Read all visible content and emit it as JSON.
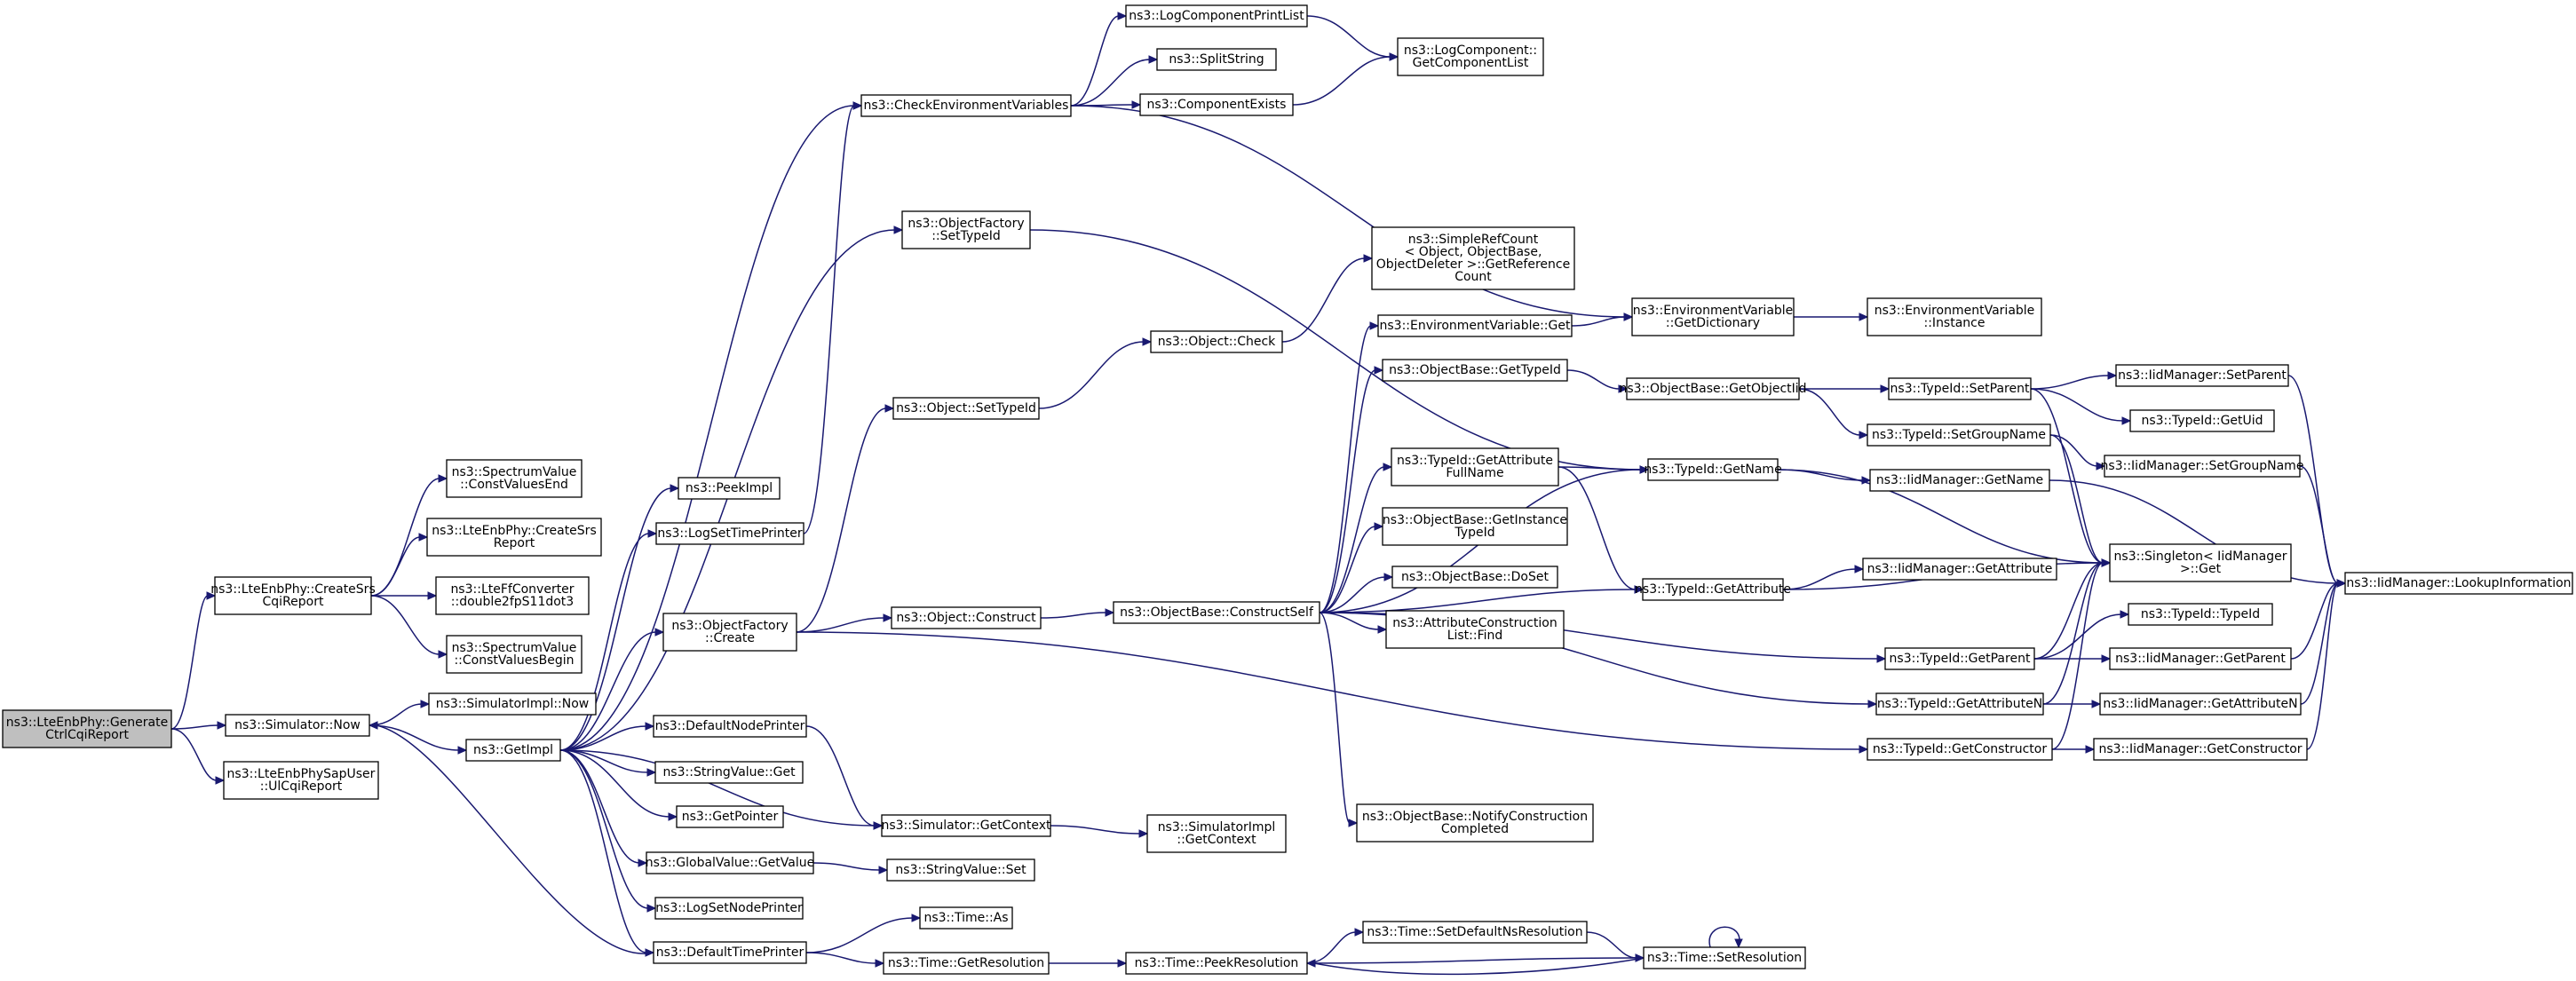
{
  "graph": {
    "type": "call-graph",
    "root": "n0",
    "nodes": [
      {
        "id": "n0",
        "lines": [
          "ns3::LteEnbPhy::Generate",
          "CtrlCqiReport"
        ],
        "root": true
      },
      {
        "id": "n1",
        "lines": [
          "ns3::LteEnbPhy::CreateSrs",
          "CqiReport"
        ]
      },
      {
        "id": "n2",
        "lines": [
          "ns3::Simulator::Now"
        ]
      },
      {
        "id": "n3",
        "lines": [
          "ns3::LteEnbPhySapUser",
          "::UlCqiReport"
        ]
      },
      {
        "id": "n4",
        "lines": [
          "ns3::SpectrumValue",
          "::ConstValuesEnd"
        ]
      },
      {
        "id": "n5",
        "lines": [
          "ns3::LteEnbPhy::CreateSrs",
          "Report"
        ]
      },
      {
        "id": "n6",
        "lines": [
          "ns3::LteFfConverter",
          "::double2fpS11dot3"
        ]
      },
      {
        "id": "n7",
        "lines": [
          "ns3::SpectrumValue",
          "::ConstValuesBegin"
        ]
      },
      {
        "id": "n8",
        "lines": [
          "ns3::SimulatorImpl::Now"
        ]
      },
      {
        "id": "n9",
        "lines": [
          "ns3::GetImpl"
        ]
      },
      {
        "id": "n10",
        "lines": [
          "ns3::PeekImpl"
        ]
      },
      {
        "id": "n11",
        "lines": [
          "ns3::LogSetTimePrinter"
        ]
      },
      {
        "id": "n12",
        "lines": [
          "ns3::ObjectFactory",
          "::Create"
        ]
      },
      {
        "id": "n13",
        "lines": [
          "ns3::DefaultNodePrinter"
        ]
      },
      {
        "id": "n14",
        "lines": [
          "ns3::StringValue::Get"
        ]
      },
      {
        "id": "n15",
        "lines": [
          "ns3::GetPointer"
        ]
      },
      {
        "id": "n16",
        "lines": [
          "ns3::GlobalValue::GetValue"
        ]
      },
      {
        "id": "n17",
        "lines": [
          "ns3::LogSetNodePrinter"
        ]
      },
      {
        "id": "n18",
        "lines": [
          "ns3::DefaultTimePrinter"
        ]
      },
      {
        "id": "n19",
        "lines": [
          "ns3::CheckEnvironmentVariables"
        ]
      },
      {
        "id": "n20",
        "lines": [
          "ns3::ObjectFactory",
          "::SetTypeId"
        ]
      },
      {
        "id": "n21",
        "lines": [
          "ns3::Object::SetTypeId"
        ]
      },
      {
        "id": "n22",
        "lines": [
          "ns3::Object::Construct"
        ]
      },
      {
        "id": "n23",
        "lines": [
          "ns3::Simulator::GetContext"
        ]
      },
      {
        "id": "n24",
        "lines": [
          "ns3::StringValue::Set"
        ]
      },
      {
        "id": "n25",
        "lines": [
          "ns3::Time::As"
        ]
      },
      {
        "id": "n26",
        "lines": [
          "ns3::Time::GetResolution"
        ]
      },
      {
        "id": "n27",
        "lines": [
          "ns3::LogComponentPrintList"
        ]
      },
      {
        "id": "n28",
        "lines": [
          "ns3::SplitString"
        ]
      },
      {
        "id": "n29",
        "lines": [
          "ns3::ComponentExists"
        ]
      },
      {
        "id": "n30",
        "lines": [
          "ns3::Object::Check"
        ]
      },
      {
        "id": "n31",
        "lines": [
          "ns3::ObjectBase::ConstructSelf"
        ]
      },
      {
        "id": "n32",
        "lines": [
          "ns3::SimulatorImpl",
          "::GetContext"
        ]
      },
      {
        "id": "n33",
        "lines": [
          "ns3::Time::PeekResolution"
        ]
      },
      {
        "id": "n34",
        "lines": [
          "ns3::LogComponent::",
          "GetComponentList"
        ]
      },
      {
        "id": "n35",
        "lines": [
          "ns3::SimpleRefCount",
          "< Object, ObjectBase,",
          "ObjectDeleter >::GetReference",
          "Count"
        ]
      },
      {
        "id": "n36",
        "lines": [
          "ns3::EnvironmentVariable::Get"
        ]
      },
      {
        "id": "n37",
        "lines": [
          "ns3::ObjectBase::GetTypeId"
        ]
      },
      {
        "id": "n38",
        "lines": [
          "ns3::TypeId::GetAttribute",
          "FullName"
        ]
      },
      {
        "id": "n39",
        "lines": [
          "ns3::ObjectBase::GetInstance",
          "TypeId"
        ]
      },
      {
        "id": "n40",
        "lines": [
          "ns3::ObjectBase::DoSet"
        ]
      },
      {
        "id": "n41",
        "lines": [
          "ns3::AttributeConstruction",
          "List::Find"
        ]
      },
      {
        "id": "n42",
        "lines": [
          "ns3::ObjectBase::NotifyConstruction",
          "Completed"
        ]
      },
      {
        "id": "n43",
        "lines": [
          "ns3::Time::SetDefaultNsResolution"
        ]
      },
      {
        "id": "n44",
        "lines": [
          "ns3::EnvironmentVariable",
          "::GetDictionary"
        ]
      },
      {
        "id": "n45",
        "lines": [
          "ns3::ObjectBase::GetObjectIid"
        ]
      },
      {
        "id": "n46",
        "lines": [
          "ns3::TypeId::GetName"
        ]
      },
      {
        "id": "n47",
        "lines": [
          "ns3::TypeId::GetAttribute"
        ]
      },
      {
        "id": "n48",
        "lines": [
          "ns3::TypeId::GetParent"
        ]
      },
      {
        "id": "n49",
        "lines": [
          "ns3::TypeId::GetAttributeN"
        ]
      },
      {
        "id": "n50",
        "lines": [
          "ns3::TypeId::GetConstructor"
        ]
      },
      {
        "id": "n51",
        "lines": [
          "ns3::Time::SetResolution"
        ]
      },
      {
        "id": "n52",
        "lines": [
          "ns3::EnvironmentVariable",
          "::Instance"
        ]
      },
      {
        "id": "n53",
        "lines": [
          "ns3::TypeId::SetParent"
        ]
      },
      {
        "id": "n54",
        "lines": [
          "ns3::TypeId::SetGroupName"
        ]
      },
      {
        "id": "n55",
        "lines": [
          "ns3::IidManager::GetName"
        ]
      },
      {
        "id": "n56",
        "lines": [
          "ns3::IidManager::GetAttribute"
        ]
      },
      {
        "id": "n57",
        "lines": [
          "ns3::Singleton< IidManager",
          " >::Get"
        ]
      },
      {
        "id": "n58",
        "lines": [
          "ns3::TypeId::TypeId"
        ]
      },
      {
        "id": "n59",
        "lines": [
          "ns3::IidManager::GetParent"
        ]
      },
      {
        "id": "n60",
        "lines": [
          "ns3::IidManager::GetAttributeN"
        ]
      },
      {
        "id": "n61",
        "lines": [
          "ns3::IidManager::GetConstructor"
        ]
      },
      {
        "id": "n62",
        "lines": [
          "ns3::IidManager::SetParent"
        ]
      },
      {
        "id": "n63",
        "lines": [
          "ns3::TypeId::GetUid"
        ]
      },
      {
        "id": "n64",
        "lines": [
          "ns3::IidManager::SetGroupName"
        ]
      },
      {
        "id": "n65",
        "lines": [
          "ns3::IidManager::LookupInformation"
        ]
      }
    ],
    "edges": [
      [
        "n0",
        "n1"
      ],
      [
        "n0",
        "n2"
      ],
      [
        "n0",
        "n3"
      ],
      [
        "n1",
        "n4"
      ],
      [
        "n1",
        "n5"
      ],
      [
        "n1",
        "n6"
      ],
      [
        "n1",
        "n7"
      ],
      [
        "n2",
        "n8"
      ],
      [
        "n2",
        "n9"
      ],
      [
        "n9",
        "n10"
      ],
      [
        "n9",
        "n11"
      ],
      [
        "n9",
        "n12"
      ],
      [
        "n9",
        "n13"
      ],
      [
        "n9",
        "n14"
      ],
      [
        "n9",
        "n15"
      ],
      [
        "n9",
        "n16"
      ],
      [
        "n9",
        "n17"
      ],
      [
        "n9",
        "n18"
      ],
      [
        "n9",
        "n19"
      ],
      [
        "n9",
        "n20"
      ],
      [
        "n9",
        "n23"
      ],
      [
        "n11",
        "n19"
      ],
      [
        "n12",
        "n21"
      ],
      [
        "n12",
        "n22"
      ],
      [
        "n12",
        "n50"
      ],
      [
        "n13",
        "n23"
      ],
      [
        "n16",
        "n24"
      ],
      [
        "n18",
        "n2"
      ],
      [
        "n18",
        "n25"
      ],
      [
        "n18",
        "n26"
      ],
      [
        "n19",
        "n27"
      ],
      [
        "n19",
        "n28"
      ],
      [
        "n19",
        "n29"
      ],
      [
        "n19",
        "n44"
      ],
      [
        "n20",
        "n46"
      ],
      [
        "n21",
        "n30"
      ],
      [
        "n22",
        "n31"
      ],
      [
        "n23",
        "n32"
      ],
      [
        "n26",
        "n33"
      ],
      [
        "n27",
        "n34"
      ],
      [
        "n29",
        "n34"
      ],
      [
        "n30",
        "n35"
      ],
      [
        "n31",
        "n36"
      ],
      [
        "n31",
        "n37"
      ],
      [
        "n31",
        "n38"
      ],
      [
        "n31",
        "n39"
      ],
      [
        "n31",
        "n40"
      ],
      [
        "n31",
        "n41"
      ],
      [
        "n31",
        "n42"
      ],
      [
        "n31",
        "n46"
      ],
      [
        "n31",
        "n47"
      ],
      [
        "n31",
        "n48"
      ],
      [
        "n31",
        "n49"
      ],
      [
        "n33",
        "n43"
      ],
      [
        "n33",
        "n51"
      ],
      [
        "n36",
        "n44"
      ],
      [
        "n37",
        "n45"
      ],
      [
        "n38",
        "n46"
      ],
      [
        "n38",
        "n47"
      ],
      [
        "n43",
        "n51"
      ],
      [
        "n44",
        "n52"
      ],
      [
        "n45",
        "n53"
      ],
      [
        "n45",
        "n54"
      ],
      [
        "n46",
        "n55"
      ],
      [
        "n46",
        "n57"
      ],
      [
        "n47",
        "n56"
      ],
      [
        "n47",
        "n57"
      ],
      [
        "n48",
        "n57"
      ],
      [
        "n48",
        "n58"
      ],
      [
        "n48",
        "n59"
      ],
      [
        "n49",
        "n57"
      ],
      [
        "n49",
        "n60"
      ],
      [
        "n50",
        "n57"
      ],
      [
        "n50",
        "n61"
      ],
      [
        "n51",
        "n33"
      ],
      [
        "n51",
        "n51"
      ],
      [
        "n53",
        "n57"
      ],
      [
        "n53",
        "n62"
      ],
      [
        "n53",
        "n63"
      ],
      [
        "n54",
        "n57"
      ],
      [
        "n54",
        "n64"
      ],
      [
        "n55",
        "n65"
      ],
      [
        "n59",
        "n65"
      ],
      [
        "n60",
        "n65"
      ],
      [
        "n61",
        "n65"
      ],
      [
        "n62",
        "n65"
      ],
      [
        "n64",
        "n65"
      ]
    ]
  }
}
